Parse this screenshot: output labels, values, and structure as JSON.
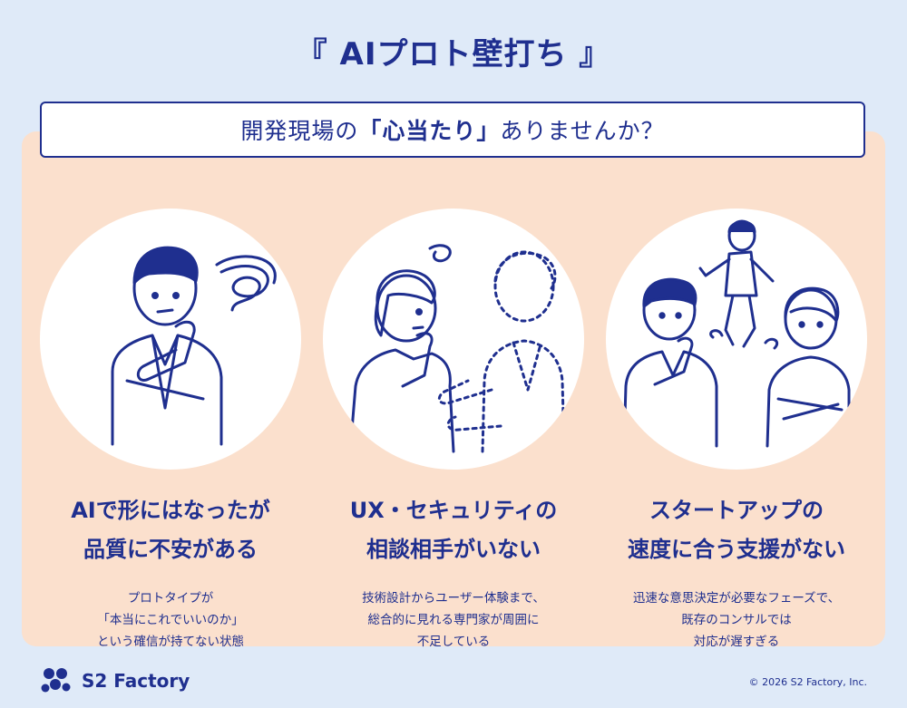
{
  "title": "『 AIプロト壁打ち 』",
  "banner": {
    "prefix": "開発現場の",
    "highlight": "「心当たり」",
    "suffix": "ありませんか？"
  },
  "cases": [
    {
      "heading_line1": "AIで形にはなったが",
      "heading_line2": "品質に不安がある",
      "desc": [
        "プロトタイプが",
        "「本当にこれでいいのか」",
        "という確信が持てない状態"
      ]
    },
    {
      "heading_line1": "UX・セキュリティの",
      "heading_line2": "相談相手がいない",
      "desc": [
        "技術設計からユーザー体験まで、",
        "総合的に見れる専門家が周囲に",
        "不足している"
      ]
    },
    {
      "heading_line1": "スタートアップの",
      "heading_line2": "速度に合う支援がない",
      "desc": [
        "迅速な意思決定が必要なフェーズで、",
        "既存のコンサルでは",
        "対応が遅すぎる"
      ]
    }
  ],
  "footer": {
    "brand": "S2 Factory",
    "copyright": "© 2026 S2 Factory, Inc."
  },
  "colors": {
    "navy": "#1f2f8f",
    "background": "#dfeaf8",
    "panel": "#fbe0cd"
  },
  "icons": [
    "confused-man-illustration",
    "woman-and-consultant-illustration",
    "running-man-and-team-illustration",
    "s2-factory-logo-icon"
  ]
}
